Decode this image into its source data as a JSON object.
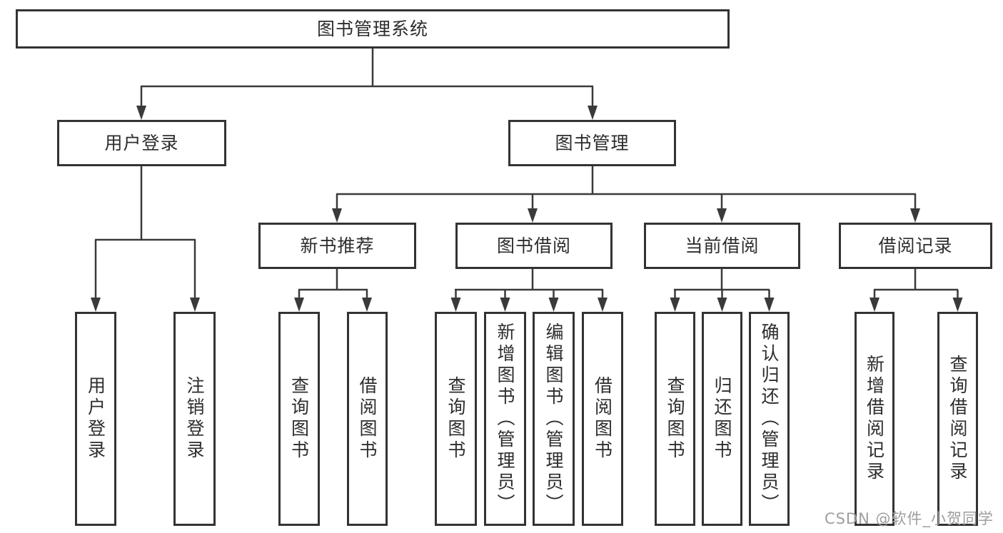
{
  "tree": {
    "label": "图书管理系统",
    "children": [
      {
        "label": "用户登录",
        "children": [
          {
            "label": "用户登录"
          },
          {
            "label": "注销登录"
          }
        ]
      },
      {
        "label": "图书管理",
        "children": [
          {
            "label": "新书推荐",
            "children": [
              {
                "label": "查询图书"
              },
              {
                "label": "借阅图书"
              }
            ]
          },
          {
            "label": "图书借阅",
            "children": [
              {
                "label": "查询图书"
              },
              {
                "label": "新增图书（管理员）"
              },
              {
                "label": "编辑图书（管理员）"
              },
              {
                "label": "借阅图书"
              }
            ]
          },
          {
            "label": "当前借阅",
            "children": [
              {
                "label": "查询图书"
              },
              {
                "label": "归还图书"
              },
              {
                "label": "确认归还（管理员）"
              }
            ]
          },
          {
            "label": "借阅记录",
            "children": [
              {
                "label": "新增借阅记录"
              },
              {
                "label": "查询借阅记录"
              }
            ]
          }
        ]
      }
    ]
  },
  "watermark": {
    "text": "CSDN @软件_小贺同学"
  },
  "colors": {
    "line": "#3a3a3a",
    "box_border": "#333333",
    "text": "#2d2d2d",
    "watermark": "#9e9e9e",
    "background": "#ffffff"
  }
}
